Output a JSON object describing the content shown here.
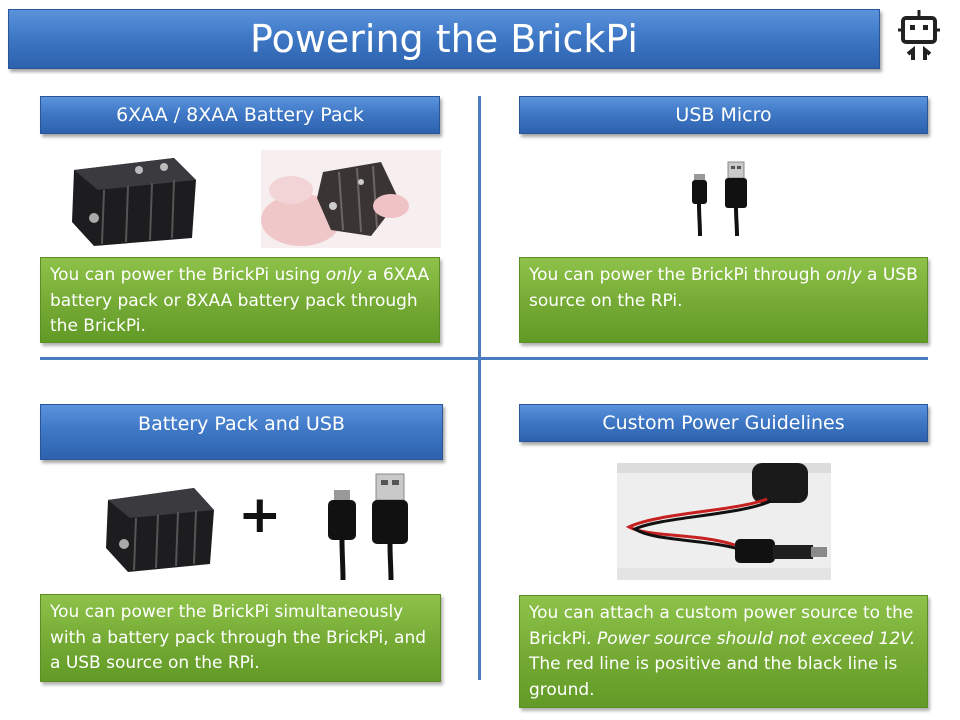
{
  "title": "Powering the BrickPi",
  "panels": {
    "battery": {
      "header": "6XAA / 8XAA Battery Pack",
      "text": [
        "You can power the BrickPi using ",
        "only",
        " a 6XAA battery pack or 8XAA battery pack through the BrickPi."
      ]
    },
    "usb": {
      "header": "USB Micro",
      "text": [
        "You can power the BrickPi through ",
        "only",
        " a USB source on the RPi."
      ]
    },
    "both": {
      "header": "Battery Pack and USB",
      "plus": "+",
      "text": [
        "You can power the BrickPi simultaneously with a battery pack through the BrickPi, and a USB source on the RPi."
      ]
    },
    "custom": {
      "header": "Custom Power Guidelines",
      "text": [
        "You can attach a custom power source to the BrickPi.  ",
        "Power source should not exceed 12V.",
        "  The red line is positive and the black line is ground."
      ]
    }
  },
  "icons": {
    "logo": "robot-logo-icon",
    "battery_holder": "battery-holder-image",
    "battery_holder_hand": "battery-holder-in-hand-image",
    "usb_cable": "usb-micro-cable-image",
    "power_cable": "dc-barrel-power-cable-image"
  },
  "colors": {
    "header_blue": "#3f78c6",
    "text_green": "#74aa34",
    "divider": "#4a7cc2"
  }
}
